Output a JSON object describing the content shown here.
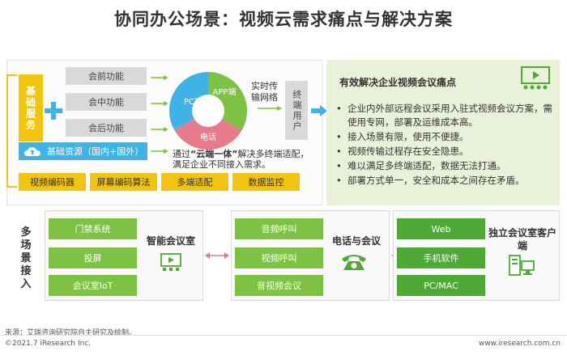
{
  "title": "协同办公场景：视频云需求痛点与解决方案",
  "top": {
    "basic_service": "基础服务",
    "functions": [
      "会前功能",
      "会中功能",
      "会后功能"
    ],
    "base_resource": "基础资源（国内+国外）",
    "ring_labels": {
      "pc": "PC端",
      "app": "APP端",
      "phone": "电话"
    },
    "realtime_text": [
      "实时传",
      "输网络"
    ],
    "terminal_user": "终端用户",
    "cloud_text_prefix": "通过",
    "cloud_text_bold": "“云端一体”",
    "cloud_text_suffix": "解决多终端适配，满足企业不同接入需求。",
    "codec_items": [
      "视频编码器",
      "屏幕编码算法",
      "多端适配",
      "数据监控"
    ]
  },
  "pain": {
    "title": "有效解决企业视频会议痛点",
    "items": [
      "企业内外部远程会议采用入驻式视频会议方案，需使用专网，部署及运维成本高。",
      "接入场景有限，使用不便捷。",
      "视频传输过程存在安全隐患。",
      "难以满足多终端适配，数据无法打通。",
      "部署方式单一，安全和成本之间存在矛盾。"
    ]
  },
  "bottom": {
    "multi_label": "多场景接入",
    "group1": {
      "items": [
        "门禁系统",
        "投屏",
        "会议室IoT"
      ],
      "name": "智能会议室"
    },
    "group2": {
      "items": [
        "音频呼叫",
        "视频呼叫",
        "音视频会议"
      ],
      "name": "电话与会议"
    },
    "group3": {
      "items": [
        "Web",
        "手机软件",
        "PC/MAC"
      ],
      "name": "独立会议室客户端"
    }
  },
  "footer": {
    "source": "来源：艾瑞咨询研究院自主研究及绘制。",
    "copyright": "©2021.7 iResearch Inc.",
    "site": "www.iresearch.com.cn"
  },
  "colors": {
    "yellow": "#f2c40f",
    "blue": "#3fb2e6",
    "green": "#7dc242",
    "dark_green": "#4ea935",
    "pink": "#e87b8b"
  }
}
